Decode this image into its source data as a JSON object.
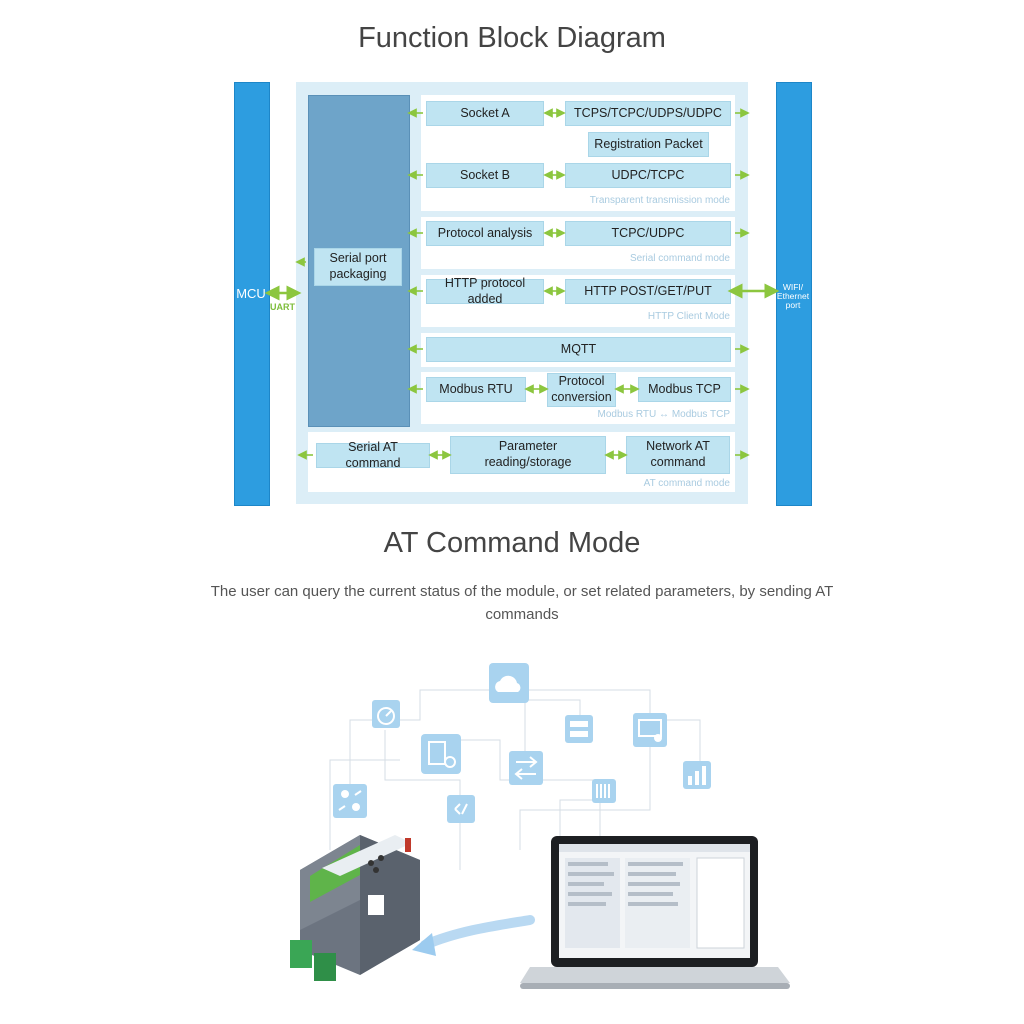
{
  "diagram": {
    "title": "Function Block Diagram",
    "mcu": "MCU",
    "uart": "UART",
    "wifi": "WIFI/\nEthernet\nport",
    "serial_port": "Serial port\npackaging",
    "socket_a": "Socket A",
    "tcps": "TCPS/TCPC/UDPS/UDPC",
    "registration": "Registration Packet",
    "socket_b": "Socket B",
    "udpc_tcpc": "UDPC/TCPC",
    "transparent_mode": "Transparent transmission mode",
    "protocol_analysis": "Protocol analysis",
    "tcpc_udpc": "TCPC/UDPC",
    "serial_cmd_mode": "Serial command mode",
    "http_added": "HTTP protocol added",
    "http_methods": "HTTP POST/GET/PUT",
    "http_mode": "HTTP Client Mode",
    "mqtt": "MQTT",
    "modbus_rtu": "Modbus RTU",
    "protocol_conversion": "Protocol\nconversion",
    "modbus_tcp": "Modbus TCP",
    "modbus_mode": "Modbus RTU ↔ Modbus TCP",
    "serial_at": "Serial AT command",
    "param_rw": "Parameter reading/storage",
    "network_at": "Network AT\ncommand",
    "at_mode": "AT command mode"
  },
  "section": {
    "title": "AT Command Mode",
    "description": "The user can query the current status of the module, or set related parameters, by sending AT commands"
  },
  "illustration": {
    "icons": [
      "cloud-icon",
      "gauge-icon",
      "document-search-icon",
      "transfer-icon",
      "network-icon",
      "monitor-settings-icon",
      "user-exchange-icon",
      "code-icon",
      "piano-keys-icon",
      "bar-chart-icon"
    ],
    "colors": {
      "accent": "#2d9de0",
      "icon_tile": "#a9d3ef",
      "device_green": "#5fb44a",
      "device_gray": "#6c7480"
    }
  }
}
